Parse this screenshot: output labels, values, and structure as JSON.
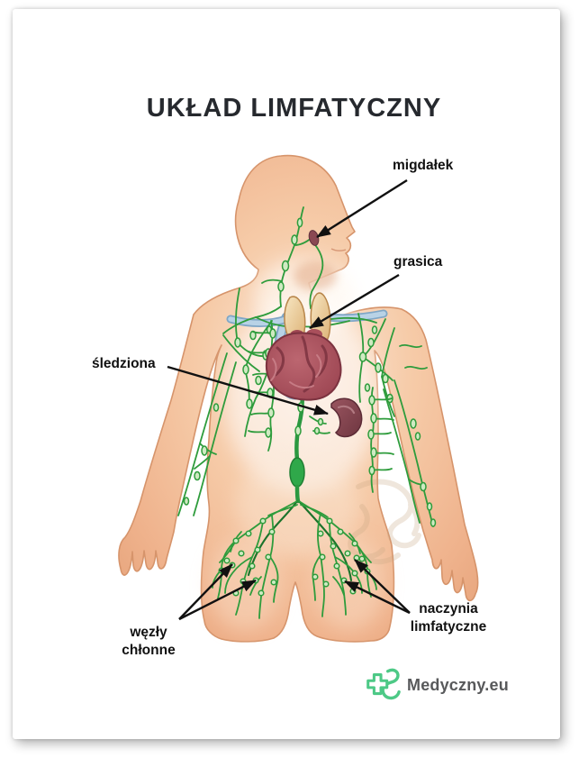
{
  "poster": {
    "title": "UKŁAD LIMFATYCZNY"
  },
  "labels": {
    "tonsil": "migdałek",
    "thymus": "grasica",
    "spleen": "śledziona",
    "lymph_nodes": "węzły chłonne",
    "lymph_vessels": "naczynia limfatyczne"
  },
  "branding": {
    "name": "Medyczny.eu"
  },
  "colors": {
    "title_text": "#26292E",
    "label_text": "#111111",
    "lymph_green": "#2E9C3C",
    "node_fill": "#CFEAC2",
    "logo_green": "#4DC986",
    "logo_text": "#58595B",
    "arrow_black": "#111111"
  }
}
